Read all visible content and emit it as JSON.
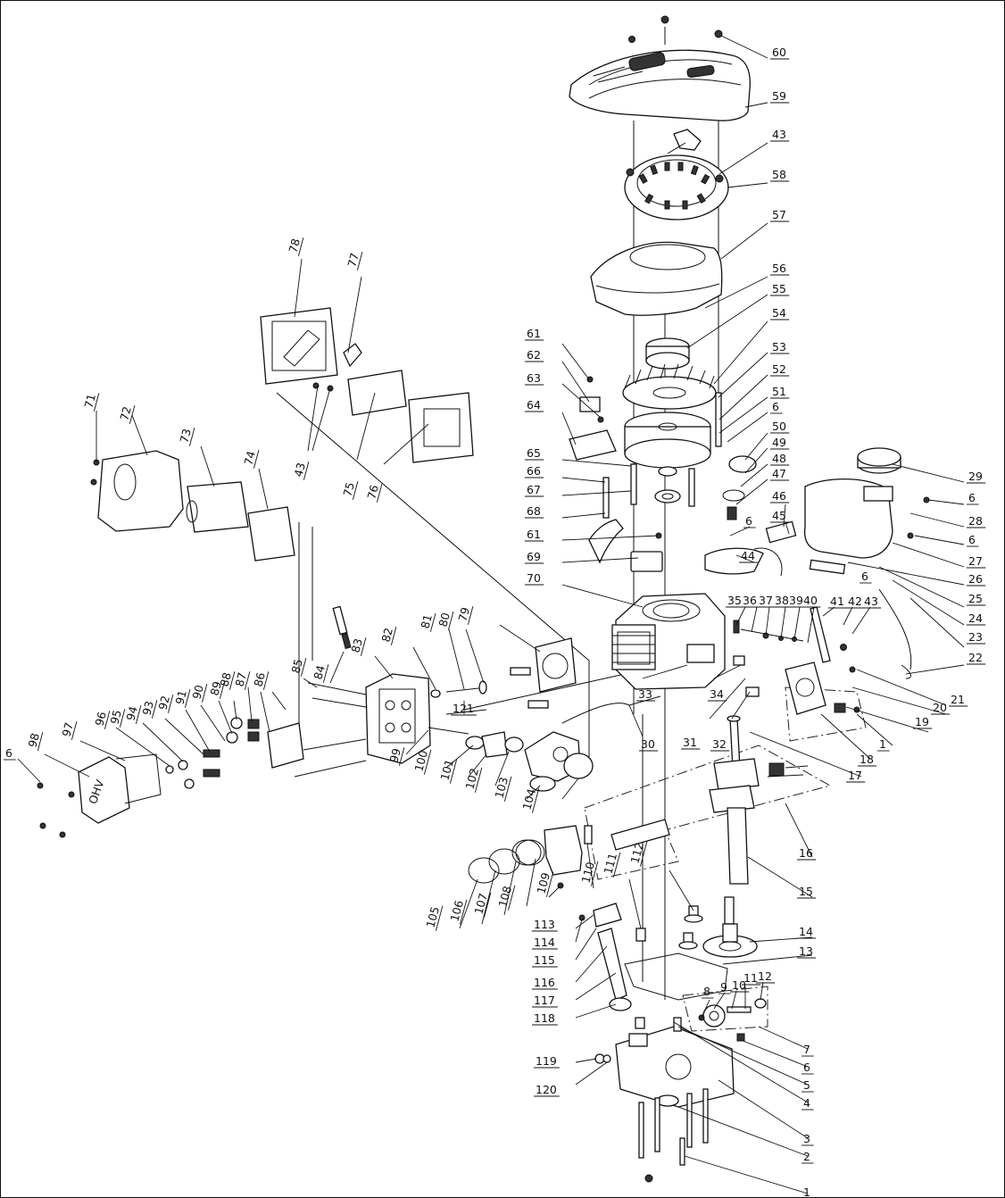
{
  "diagram": {
    "callouts": [
      {
        "id": "c60",
        "label": "60"
      },
      {
        "id": "c59",
        "label": "59"
      },
      {
        "id": "c43a",
        "label": "43"
      },
      {
        "id": "c58",
        "label": "58"
      },
      {
        "id": "c57",
        "label": "57"
      },
      {
        "id": "c56",
        "label": "56"
      },
      {
        "id": "c55",
        "label": "55"
      },
      {
        "id": "c54",
        "label": "54"
      },
      {
        "id": "c53",
        "label": "53"
      },
      {
        "id": "c52",
        "label": "52"
      },
      {
        "id": "c51",
        "label": "51"
      },
      {
        "id": "c6a",
        "label": "6"
      },
      {
        "id": "c50",
        "label": "50"
      },
      {
        "id": "c49",
        "label": "49"
      },
      {
        "id": "c48",
        "label": "48"
      },
      {
        "id": "c47",
        "label": "47"
      },
      {
        "id": "c46",
        "label": "46"
      },
      {
        "id": "c45",
        "label": "45"
      },
      {
        "id": "c6b",
        "label": "6"
      },
      {
        "id": "c44",
        "label": "44"
      },
      {
        "id": "c29",
        "label": "29"
      },
      {
        "id": "c6c",
        "label": "6"
      },
      {
        "id": "c28",
        "label": "28"
      },
      {
        "id": "c6d",
        "label": "6"
      },
      {
        "id": "c27",
        "label": "27"
      },
      {
        "id": "c26",
        "label": "26"
      },
      {
        "id": "c6e",
        "label": "6"
      },
      {
        "id": "c25",
        "label": "25"
      },
      {
        "id": "c24",
        "label": "24"
      },
      {
        "id": "c23",
        "label": "23"
      },
      {
        "id": "c22",
        "label": "22"
      },
      {
        "id": "c21",
        "label": "21"
      },
      {
        "id": "c20",
        "label": "20"
      },
      {
        "id": "c19",
        "label": "19"
      },
      {
        "id": "c1a",
        "label": "1"
      },
      {
        "id": "c18",
        "label": "18"
      },
      {
        "id": "c17",
        "label": "17"
      },
      {
        "id": "c16",
        "label": "16"
      },
      {
        "id": "c15",
        "label": "15"
      },
      {
        "id": "c14",
        "label": "14"
      },
      {
        "id": "c13",
        "label": "13"
      },
      {
        "id": "c12",
        "label": "12"
      },
      {
        "id": "c11",
        "label": "11"
      },
      {
        "id": "c10",
        "label": "10"
      },
      {
        "id": "c9",
        "label": "9"
      },
      {
        "id": "c8",
        "label": "8"
      },
      {
        "id": "c7",
        "label": "7"
      },
      {
        "id": "c6f",
        "label": "6"
      },
      {
        "id": "c5",
        "label": "5"
      },
      {
        "id": "c4",
        "label": "4"
      },
      {
        "id": "c3",
        "label": "3"
      },
      {
        "id": "c2",
        "label": "2"
      },
      {
        "id": "c1b",
        "label": "1"
      },
      {
        "id": "c61a",
        "label": "61"
      },
      {
        "id": "c62",
        "label": "62"
      },
      {
        "id": "c63",
        "label": "63"
      },
      {
        "id": "c64",
        "label": "64"
      },
      {
        "id": "c65",
        "label": "65"
      },
      {
        "id": "c66",
        "label": "66"
      },
      {
        "id": "c67",
        "label": "67"
      },
      {
        "id": "c68",
        "label": "68"
      },
      {
        "id": "c61b",
        "label": "61"
      },
      {
        "id": "c69",
        "label": "69"
      },
      {
        "id": "c70",
        "label": "70"
      },
      {
        "id": "c35",
        "label": "35"
      },
      {
        "id": "c36",
        "label": "36"
      },
      {
        "id": "c37",
        "label": "37"
      },
      {
        "id": "c38",
        "label": "38"
      },
      {
        "id": "c39",
        "label": "39"
      },
      {
        "id": "c40",
        "label": "40"
      },
      {
        "id": "c41",
        "label": "41"
      },
      {
        "id": "c42",
        "label": "42"
      },
      {
        "id": "c43b",
        "label": "43"
      },
      {
        "id": "c34",
        "label": "34"
      },
      {
        "id": "c33",
        "label": "33"
      },
      {
        "id": "c32",
        "label": "32"
      },
      {
        "id": "c31",
        "label": "31"
      },
      {
        "id": "c30",
        "label": "30"
      },
      {
        "id": "c78",
        "label": "78"
      },
      {
        "id": "c77",
        "label": "77"
      },
      {
        "id": "c43c",
        "label": "43"
      },
      {
        "id": "c75",
        "label": "75"
      },
      {
        "id": "c76",
        "label": "76"
      },
      {
        "id": "c71",
        "label": "71"
      },
      {
        "id": "c72",
        "label": "72"
      },
      {
        "id": "c73",
        "label": "73"
      },
      {
        "id": "c74",
        "label": "74"
      },
      {
        "id": "c84",
        "label": "84"
      },
      {
        "id": "c83",
        "label": "83"
      },
      {
        "id": "c82",
        "label": "82"
      },
      {
        "id": "c81",
        "label": "81"
      },
      {
        "id": "c80",
        "label": "80"
      },
      {
        "id": "c79",
        "label": "79"
      },
      {
        "id": "c121",
        "label": "121"
      },
      {
        "id": "c85",
        "label": "85"
      },
      {
        "id": "c86",
        "label": "86"
      },
      {
        "id": "c87",
        "label": "87"
      },
      {
        "id": "c88",
        "label": "88"
      },
      {
        "id": "c89",
        "label": "89"
      },
      {
        "id": "c90",
        "label": "90"
      },
      {
        "id": "c91",
        "label": "91"
      },
      {
        "id": "c92",
        "label": "92"
      },
      {
        "id": "c93",
        "label": "93"
      },
      {
        "id": "c94",
        "label": "94"
      },
      {
        "id": "c95",
        "label": "95"
      },
      {
        "id": "c96",
        "label": "96"
      },
      {
        "id": "c97",
        "label": "97"
      },
      {
        "id": "c98",
        "label": "98"
      },
      {
        "id": "c6g",
        "label": "6"
      },
      {
        "id": "c99",
        "label": "99"
      },
      {
        "id": "c100",
        "label": "100"
      },
      {
        "id": "c101",
        "label": "101"
      },
      {
        "id": "c102",
        "label": "102"
      },
      {
        "id": "c103",
        "label": "103"
      },
      {
        "id": "c104",
        "label": "104"
      },
      {
        "id": "c105",
        "label": "105"
      },
      {
        "id": "c106",
        "label": "106"
      },
      {
        "id": "c107",
        "label": "107"
      },
      {
        "id": "c108",
        "label": "108"
      },
      {
        "id": "c109",
        "label": "109"
      },
      {
        "id": "c110",
        "label": "110"
      },
      {
        "id": "c111",
        "label": "111"
      },
      {
        "id": "c112",
        "label": "112"
      },
      {
        "id": "c113",
        "label": "113"
      },
      {
        "id": "c114",
        "label": "114"
      },
      {
        "id": "c115",
        "label": "115"
      },
      {
        "id": "c116",
        "label": "116"
      },
      {
        "id": "c117",
        "label": "117"
      },
      {
        "id": "c118",
        "label": "118"
      },
      {
        "id": "c119",
        "label": "119"
      },
      {
        "id": "c120",
        "label": "120"
      }
    ],
    "markings": {
      "valve_cover_text": "OHV"
    }
  }
}
